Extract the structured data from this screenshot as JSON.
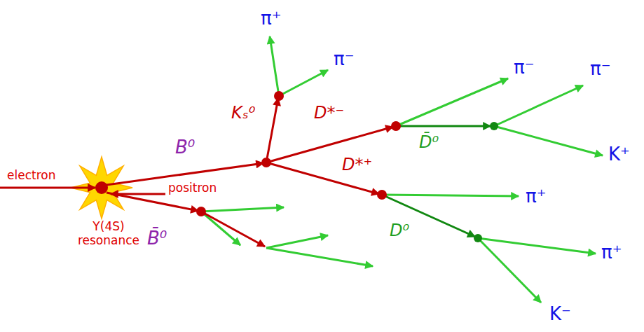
{
  "diagram": {
    "labels": [
      "π⁺",
      "π⁻",
      "π⁻",
      "π⁻",
      "Kₛ⁰",
      "D*⁻",
      "B⁰",
      "D̄⁰",
      "K⁺",
      "D*⁺",
      "electron",
      "positron",
      "π⁺",
      "Υ(4S) resonance",
      "D⁰",
      "B̄⁰",
      "π⁺",
      "K⁻"
    ]
  }
}
